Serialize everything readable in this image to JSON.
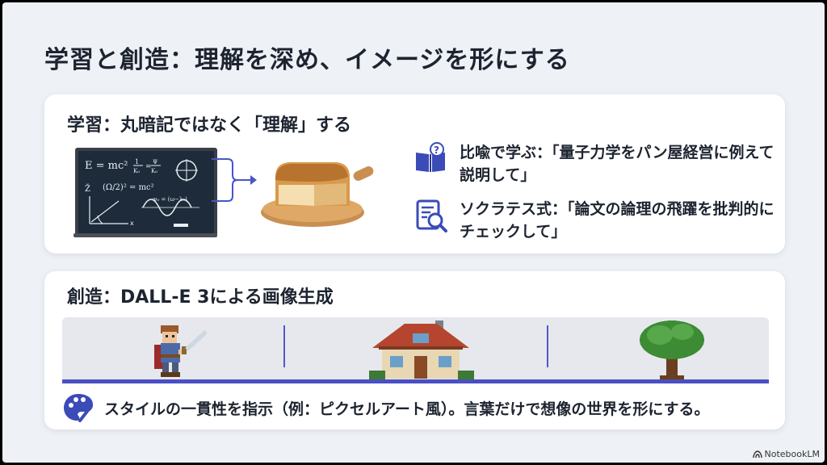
{
  "slide": {
    "title": "学習と創造：理解を深め、イメージを形にする",
    "learning": {
      "heading": "学習：丸暗記ではなく「理解」する",
      "blackboard_icon": "blackboard-physics-equations",
      "bread_icon": "bread-on-cutting-board",
      "features": [
        {
          "icon": "book-question-icon",
          "text": "比喩で学ぶ：「量子力学をパン屋経営に例えて説明して」"
        },
        {
          "icon": "document-search-icon",
          "text": "ソクラテス式：「論文の論理の飛躍を批判的にチェックして」"
        }
      ]
    },
    "creation": {
      "heading": "創造：DALL-E 3による画像生成",
      "images": [
        "pixel-knight",
        "pixel-house",
        "pixel-tree"
      ],
      "palette_icon": "palette-brush-icon",
      "description": "スタイルの一貫性を指示（例：ピクセルアート風）。言葉だけで想像の世界を形にする。"
    },
    "brand": "NotebookLM",
    "colors": {
      "accent": "#4a4fc4",
      "background": "#eef1f6",
      "card": "#ffffff",
      "text": "#1d2430"
    }
  }
}
